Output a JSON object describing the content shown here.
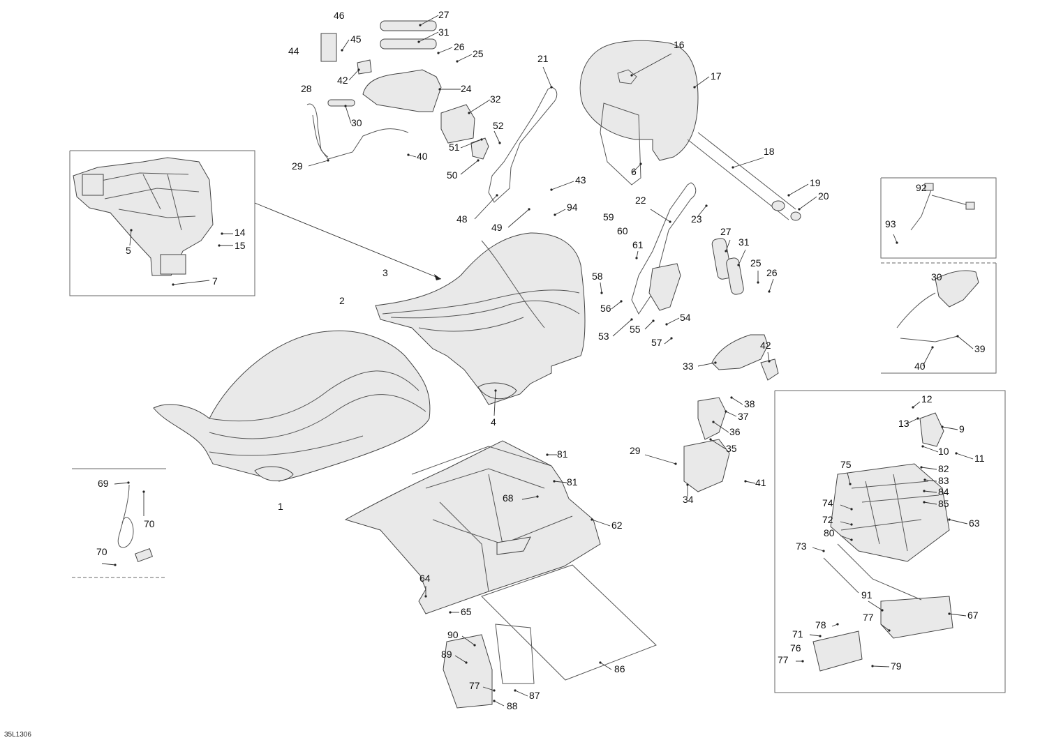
{
  "doc_ref": "35L1306",
  "callouts": [
    {
      "id": "c46",
      "label": "46"
    },
    {
      "id": "c27a",
      "label": "27"
    },
    {
      "id": "c45",
      "label": "45"
    },
    {
      "id": "c31a",
      "label": "31"
    },
    {
      "id": "c44",
      "label": "44"
    },
    {
      "id": "c26a",
      "label": "26"
    },
    {
      "id": "c25a",
      "label": "25"
    },
    {
      "id": "c42a",
      "label": "42"
    },
    {
      "id": "c24",
      "label": "24"
    },
    {
      "id": "c28",
      "label": "28"
    },
    {
      "id": "c32",
      "label": "32"
    },
    {
      "id": "c30a",
      "label": "30"
    },
    {
      "id": "c52",
      "label": "52"
    },
    {
      "id": "c40a",
      "label": "40"
    },
    {
      "id": "c51",
      "label": "51"
    },
    {
      "id": "c50",
      "label": "50"
    },
    {
      "id": "c29a",
      "label": "29"
    },
    {
      "id": "c21",
      "label": "21"
    },
    {
      "id": "c16",
      "label": "16"
    },
    {
      "id": "c17",
      "label": "17"
    },
    {
      "id": "c18",
      "label": "18"
    },
    {
      "id": "c6",
      "label": "6"
    },
    {
      "id": "c19",
      "label": "19"
    },
    {
      "id": "c20",
      "label": "20"
    },
    {
      "id": "c43",
      "label": "43"
    },
    {
      "id": "c94",
      "label": "94"
    },
    {
      "id": "c48",
      "label": "48"
    },
    {
      "id": "c49",
      "label": "49"
    },
    {
      "id": "c22",
      "label": "22"
    },
    {
      "id": "c23",
      "label": "23"
    },
    {
      "id": "c59",
      "label": "59"
    },
    {
      "id": "c60",
      "label": "60"
    },
    {
      "id": "c61",
      "label": "61"
    },
    {
      "id": "c27b",
      "label": "27"
    },
    {
      "id": "c31b",
      "label": "31"
    },
    {
      "id": "c25b",
      "label": "25"
    },
    {
      "id": "c26b",
      "label": "26"
    },
    {
      "id": "c58",
      "label": "58"
    },
    {
      "id": "c56",
      "label": "56"
    },
    {
      "id": "c53",
      "label": "53"
    },
    {
      "id": "c55",
      "label": "55"
    },
    {
      "id": "c54",
      "label": "54"
    },
    {
      "id": "c57",
      "label": "57"
    },
    {
      "id": "c42b",
      "label": "42"
    },
    {
      "id": "c33",
      "label": "33"
    },
    {
      "id": "c38",
      "label": "38"
    },
    {
      "id": "c37",
      "label": "37"
    },
    {
      "id": "c36",
      "label": "36"
    },
    {
      "id": "c35",
      "label": "35"
    },
    {
      "id": "c29b",
      "label": "29"
    },
    {
      "id": "c34",
      "label": "34"
    },
    {
      "id": "c41",
      "label": "41"
    },
    {
      "id": "c14",
      "label": "14"
    },
    {
      "id": "c15",
      "label": "15"
    },
    {
      "id": "c5",
      "label": "5"
    },
    {
      "id": "c7",
      "label": "7"
    },
    {
      "id": "c3",
      "label": "3"
    },
    {
      "id": "c2",
      "label": "2"
    },
    {
      "id": "c4",
      "label": "4"
    },
    {
      "id": "c1",
      "label": "1"
    },
    {
      "id": "c81a",
      "label": "81"
    },
    {
      "id": "c81b",
      "label": "81"
    },
    {
      "id": "c68",
      "label": "68"
    },
    {
      "id": "c62",
      "label": "62"
    },
    {
      "id": "c69",
      "label": "69"
    },
    {
      "id": "c70a",
      "label": "70"
    },
    {
      "id": "c70b",
      "label": "70"
    },
    {
      "id": "c64",
      "label": "64"
    },
    {
      "id": "c65",
      "label": "65"
    },
    {
      "id": "c90",
      "label": "90"
    },
    {
      "id": "c89",
      "label": "89"
    },
    {
      "id": "c86",
      "label": "86"
    },
    {
      "id": "c77a",
      "label": "77"
    },
    {
      "id": "c87",
      "label": "87"
    },
    {
      "id": "c88",
      "label": "88"
    },
    {
      "id": "c92",
      "label": "92"
    },
    {
      "id": "c93",
      "label": "93"
    },
    {
      "id": "c30b",
      "label": "30"
    },
    {
      "id": "c39",
      "label": "39"
    },
    {
      "id": "c40b",
      "label": "40"
    },
    {
      "id": "c12",
      "label": "12"
    },
    {
      "id": "c13",
      "label": "13"
    },
    {
      "id": "c9",
      "label": "9"
    },
    {
      "id": "c10",
      "label": "10"
    },
    {
      "id": "c11",
      "label": "11"
    },
    {
      "id": "c75",
      "label": "75"
    },
    {
      "id": "c82",
      "label": "82"
    },
    {
      "id": "c83",
      "label": "83"
    },
    {
      "id": "c84",
      "label": "84"
    },
    {
      "id": "c85",
      "label": "85"
    },
    {
      "id": "c74",
      "label": "74"
    },
    {
      "id": "c72",
      "label": "72"
    },
    {
      "id": "c80",
      "label": "80"
    },
    {
      "id": "c63",
      "label": "63"
    },
    {
      "id": "c73",
      "label": "73"
    },
    {
      "id": "c91",
      "label": "91"
    },
    {
      "id": "c77b",
      "label": "77"
    },
    {
      "id": "c67",
      "label": "67"
    },
    {
      "id": "c78",
      "label": "78"
    },
    {
      "id": "c71",
      "label": "71"
    },
    {
      "id": "c76",
      "label": "76"
    },
    {
      "id": "c77c",
      "label": "77"
    },
    {
      "id": "c79",
      "label": "79"
    }
  ]
}
